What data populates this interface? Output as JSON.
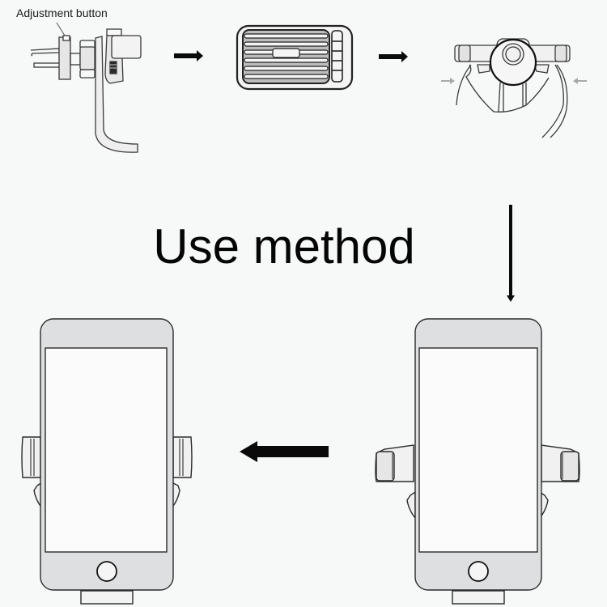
{
  "diagram": {
    "title": "Use method",
    "callout_label": "Adjustment button",
    "steps": [
      {
        "id": 1,
        "description": "Air vent clip mount with adjustment button (side view)"
      },
      {
        "id": 2,
        "description": "Car air vent"
      },
      {
        "id": 3,
        "description": "Squeeze clamp arms with fingers to open"
      },
      {
        "id": 4,
        "description": "Phone placed in holder, side arms open"
      },
      {
        "id": 5,
        "description": "Phone clamped in holder"
      }
    ],
    "arrows": [
      {
        "from": 1,
        "to": 2,
        "direction": "right"
      },
      {
        "from": 2,
        "to": 3,
        "direction": "right"
      },
      {
        "from": 3,
        "to": 4,
        "direction": "down"
      },
      {
        "from": 4,
        "to": 5,
        "direction": "left"
      }
    ],
    "colors": {
      "background": "#f7f8f8",
      "line": "#2a2a2a",
      "fill_gray": "#d9dadb",
      "arrow": "#0a0a0a",
      "hint_arrow": "#a8a9aa"
    }
  }
}
